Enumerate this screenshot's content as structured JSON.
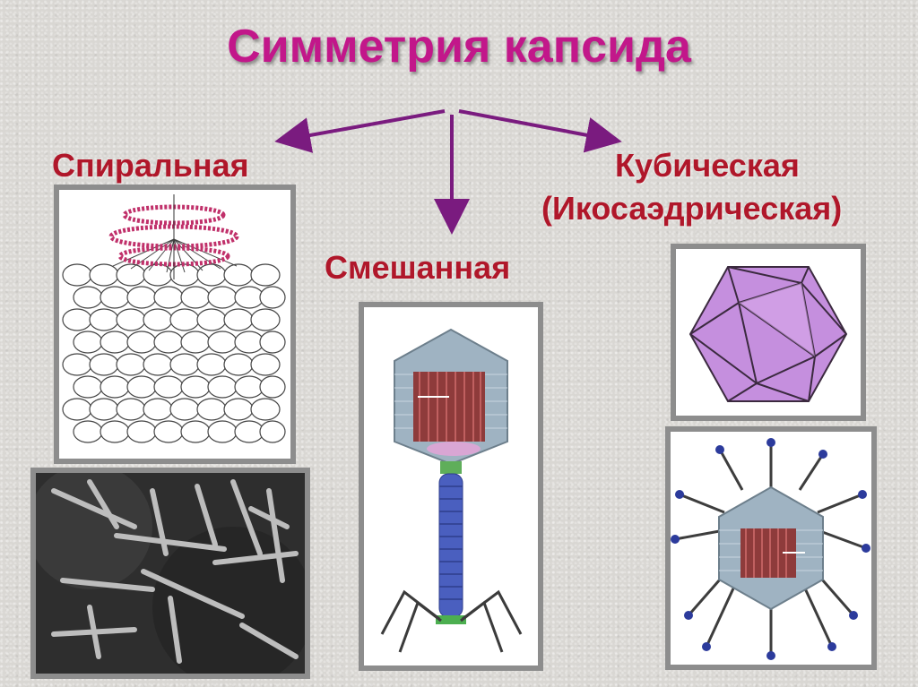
{
  "title": "Симметрия капсида",
  "labels": {
    "helical": "Спиральная",
    "mixed": "Смешанная",
    "cubic": "Кубическая",
    "cubic_sub": "(Икосаэдрическая)"
  },
  "colors": {
    "title": "#c2178a",
    "labels": "#b0172a",
    "arrows": "#7a1b7f",
    "frame": "#8d8d8d"
  }
}
